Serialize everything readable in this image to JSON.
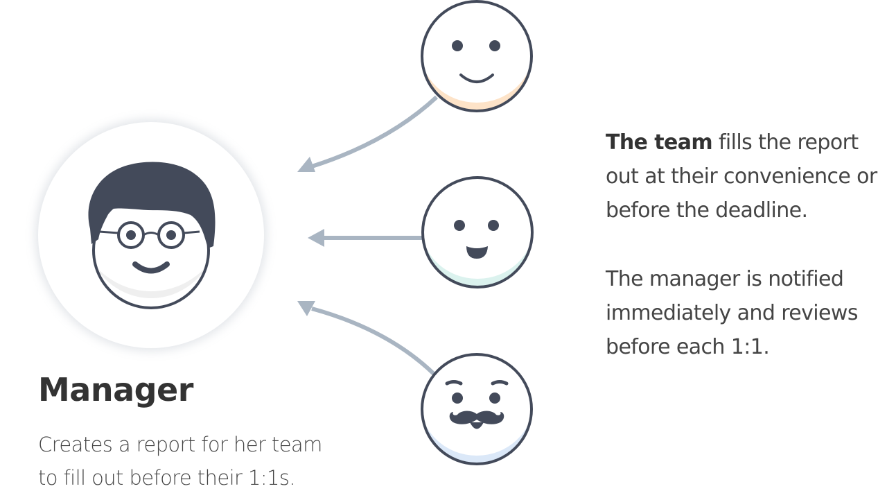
{
  "manager": {
    "title": "Manager",
    "desc_line1": "Creates a report for her team",
    "desc_line2": "to fill out before their 1:1s."
  },
  "team_info": {
    "bold": "The team",
    "line1_rest": " fills the report",
    "line2": "out at their convenience or",
    "line3": "before the deadline."
  },
  "manager_info": {
    "line1": "The manager is notified",
    "line2": "immediately and reviews",
    "line3": "before each 1:1."
  },
  "team_members": [
    {
      "name": "smiling-member",
      "accent": "#fde3c8"
    },
    {
      "name": "happy-member",
      "accent": "#dbf2ee"
    },
    {
      "name": "mustache-member",
      "accent": "#dbe8f8"
    }
  ],
  "colors": {
    "outline": "#434a5a",
    "arrow": "#a9b5c2",
    "text": "#444444"
  }
}
